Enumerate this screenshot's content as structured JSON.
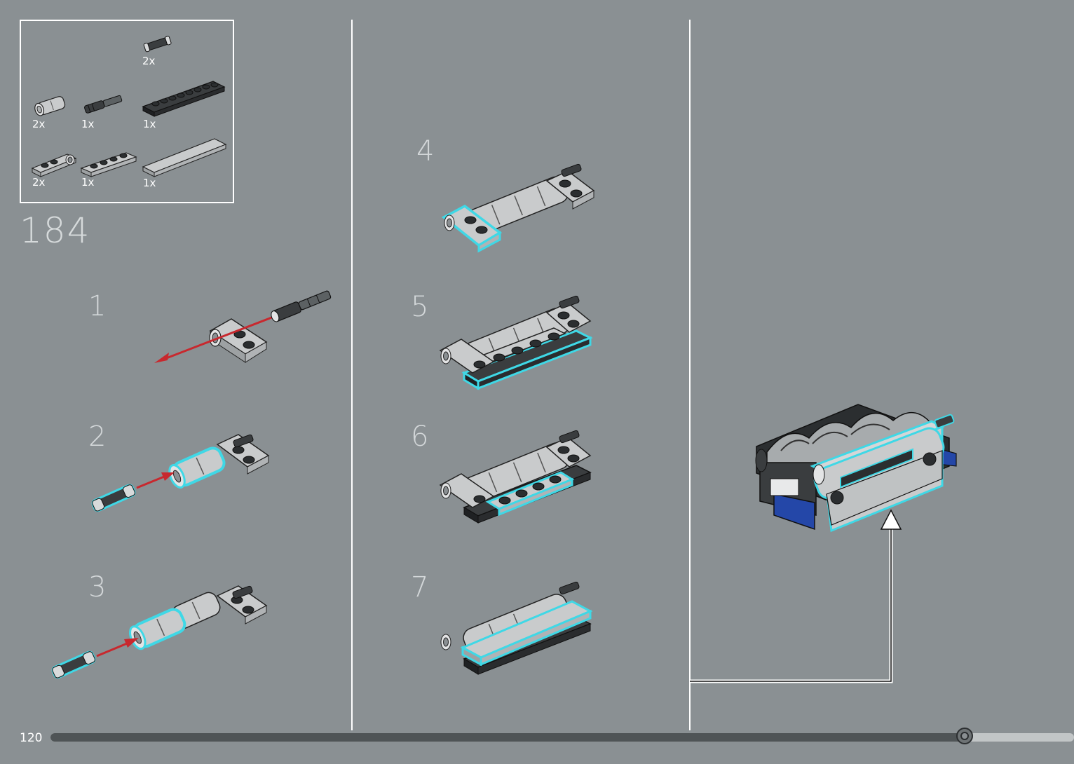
{
  "parts_list": {
    "items": [
      {
        "name": "axle-connector",
        "qty": "2x"
      },
      {
        "name": "pin-connector-round",
        "qty": "2x"
      },
      {
        "name": "axle-pin",
        "qty": "1x"
      },
      {
        "name": "plate-1x8-black",
        "qty": "1x"
      },
      {
        "name": "plate-with-hole",
        "qty": "2x"
      },
      {
        "name": "plate-1x4",
        "qty": "1x"
      },
      {
        "name": "tile-1x8",
        "qty": "1x"
      }
    ]
  },
  "main_step": "184",
  "sub_steps": [
    "1",
    "2",
    "3",
    "4",
    "5",
    "6",
    "7"
  ],
  "footer": {
    "page_number": "120",
    "progress": 0.893
  },
  "colors": {
    "background": "#8a9093",
    "highlight": "#3fd8e6",
    "arrow": "#c8282e",
    "brick_light": "#c9cbcc",
    "brick_dark": "#2c2f31"
  }
}
